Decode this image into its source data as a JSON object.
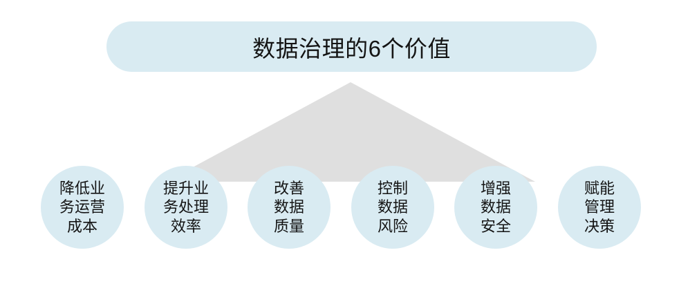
{
  "title": "数据治理的6个价值",
  "circles": [
    {
      "label": "降低业\n务运营\n成本"
    },
    {
      "label": "提升业\n务处理\n效率"
    },
    {
      "label": "改善\n数据\n质量"
    },
    {
      "label": "控制\n数据\n风险"
    },
    {
      "label": "增强\n数据\n安全"
    },
    {
      "label": "赋能\n管理\n决策"
    }
  ],
  "colors": {
    "bubble_fill": "#d9ebf2",
    "triangle_fill": "#dfdfdf",
    "text": "#141414",
    "background": "#ffffff"
  }
}
